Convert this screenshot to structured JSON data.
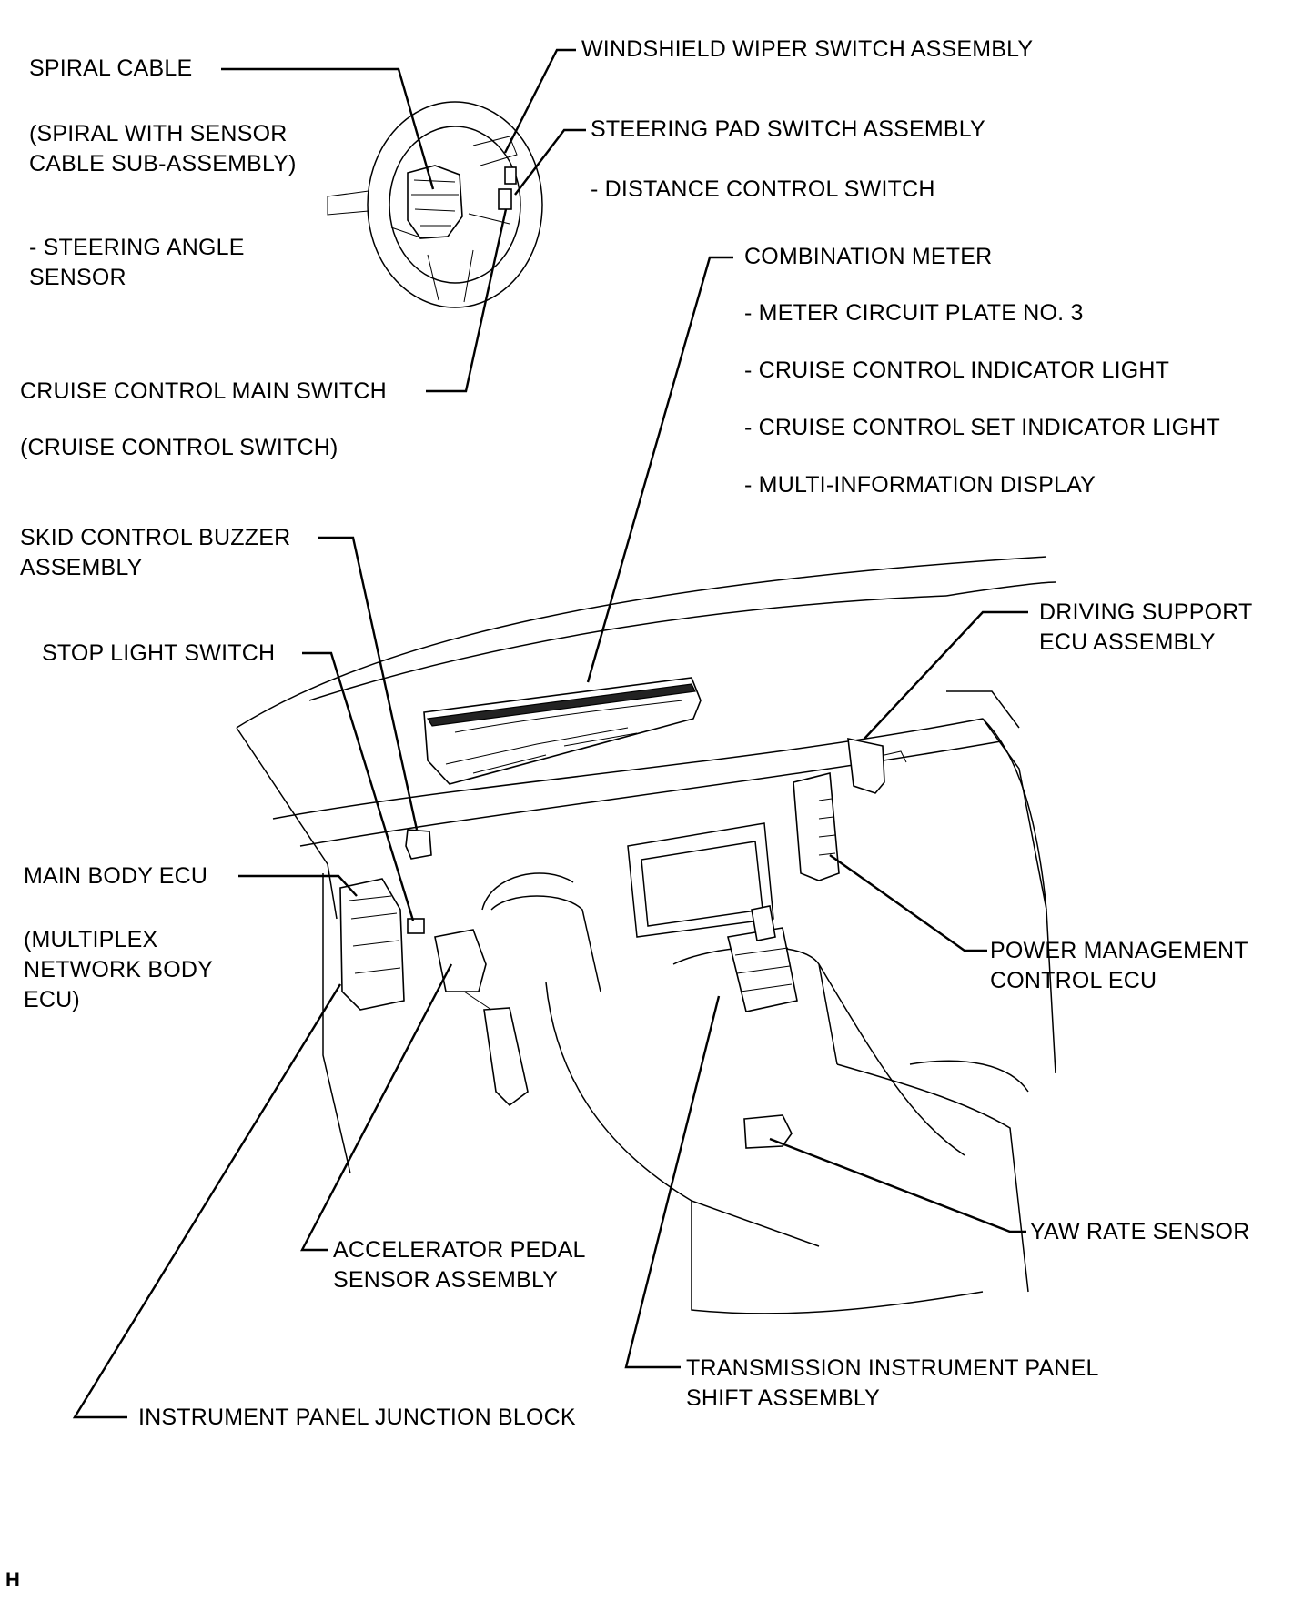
{
  "labels": {
    "spiral_cable": "SPIRAL CABLE",
    "spiral_with_sensor_1": "(SPIRAL WITH SENSOR",
    "spiral_with_sensor_2": "CABLE SUB-ASSEMBLY)",
    "steering_angle_1": "- STEERING ANGLE",
    "steering_angle_2": "SENSOR",
    "wiper_switch": "WINDSHIELD WIPER SWITCH ASSEMBLY",
    "steering_pad": "STEERING PAD SWITCH ASSEMBLY",
    "distance_control": "- DISTANCE CONTROL SWITCH",
    "combination_meter": "COMBINATION METER",
    "meter_circuit": "- METER CIRCUIT PLATE NO. 3",
    "cruise_indicator": "- CRUISE CONTROL INDICATOR LIGHT",
    "cruise_set_indicator": "- CRUISE CONTROL SET INDICATOR LIGHT",
    "multi_info": "- MULTI-INFORMATION DISPLAY",
    "cruise_main_switch": "CRUISE CONTROL MAIN SWITCH",
    "cruise_control_switch": "(CRUISE CONTROL SWITCH)",
    "skid_buzzer_1": "SKID CONTROL BUZZER",
    "skid_buzzer_2": "ASSEMBLY",
    "stop_light": "STOP LIGHT SWITCH",
    "driving_support_1": "DRIVING SUPPORT",
    "driving_support_2": "ECU ASSEMBLY",
    "main_body_ecu": "MAIN BODY ECU",
    "multiplex_1": "(MULTIPLEX",
    "multiplex_2": "NETWORK BODY",
    "multiplex_3": "ECU)",
    "power_mgmt_1": "POWER MANAGEMENT",
    "power_mgmt_2": "CONTROL ECU",
    "yaw_rate": "YAW RATE SENSOR",
    "accel_pedal_1": "ACCELERATOR PEDAL",
    "accel_pedal_2": "SENSOR ASSEMBLY",
    "transmission_1": "TRANSMISSION INSTRUMENT PANEL",
    "transmission_2": "SHIFT ASSEMBLY",
    "junction_block": "INSTRUMENT PANEL JUNCTION BLOCK",
    "corner_mark": "H"
  },
  "icons": [
    "steering-wheel-icon",
    "dashboard-icon"
  ]
}
